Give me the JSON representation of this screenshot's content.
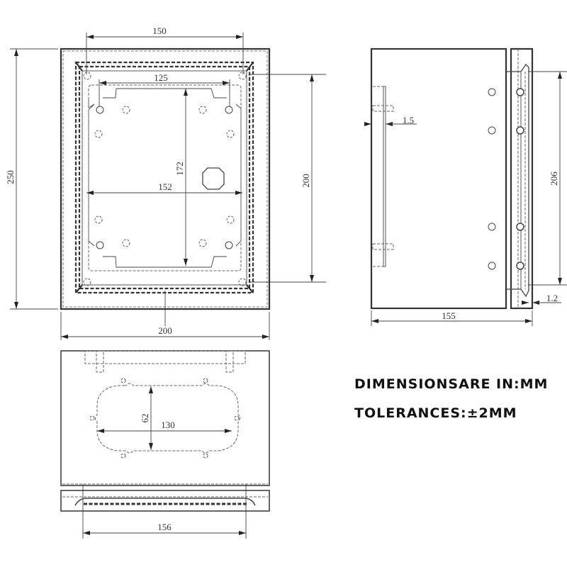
{
  "drawing": {
    "front_view": {
      "dimensions": {
        "overall_height": "250",
        "overall_width": "200",
        "top_span": "150",
        "mounting_plate_width": "125",
        "inner_width": "152",
        "mounting_plate_height": "172",
        "inner_height": "200"
      }
    },
    "side_view": {
      "dimensions": {
        "wall_thickness": "1.5",
        "hinge_span": "206",
        "door_thickness": "1.2",
        "overall_depth": "155"
      }
    },
    "bottom_view": {
      "dimensions": {
        "gland_height": "62",
        "gland_width": "130",
        "door_width": "156"
      }
    },
    "notes": {
      "units": "DIMENSIONSARE IN:MM",
      "tolerance": "TOLERANCES:±2MM"
    }
  }
}
